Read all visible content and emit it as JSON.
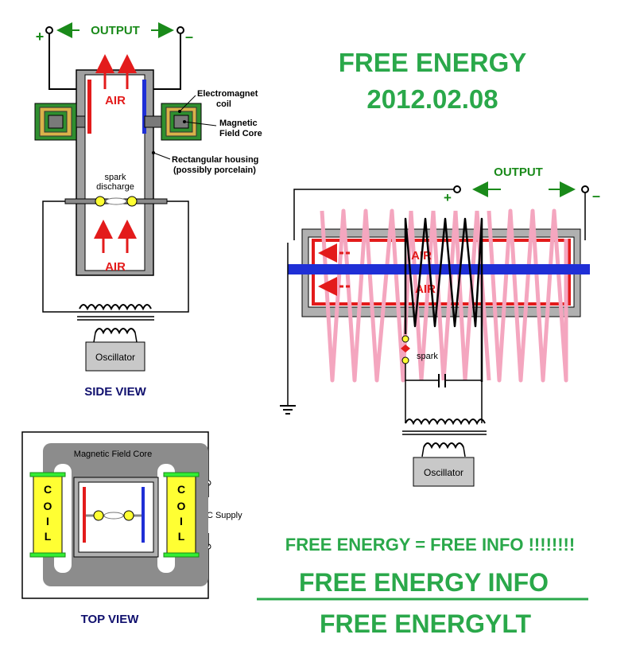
{
  "colors": {
    "green_text": "#2aa84a",
    "dark_green": "#1a8a1a",
    "red": "#e31b1b",
    "blue": "#1f2fd6",
    "navy": "#10106e",
    "pink": "#f4a6bf",
    "coil_yellow": "#ffff33",
    "gray": "#999999"
  },
  "side_view": {
    "output_label": "OUTPUT",
    "plus": "+",
    "minus": "–",
    "air_top": "AIR",
    "air_bottom": "AIR",
    "electromagnet_label_1": "Electromagnet",
    "electromagnet_label_2": "coil",
    "magnetic_label_1": "Magnetic",
    "magnetic_label_2": "Field Core",
    "housing_label_1": "Rectangular housing",
    "housing_label_2": "(possibly porcelain)",
    "spark_label_1": "spark",
    "spark_label_2": "discharge",
    "oscillator": "Oscillator",
    "caption": "SIDE VIEW"
  },
  "title": {
    "line1": "FREE ENERGY",
    "line2": "2012.02.08"
  },
  "right_diagram": {
    "output_label": "OUTPUT",
    "plus": "+",
    "minus": "–",
    "air_top": "AIR",
    "air_bottom": "AIR",
    "spark": "spark",
    "oscillator": "Oscillator"
  },
  "top_view": {
    "core_label": "Magnetic Field Core",
    "coil_left": [
      "C",
      "O",
      "I",
      "L"
    ],
    "coil_right": [
      "C",
      "O",
      "I",
      "L"
    ],
    "dc_supply": "DC Supply",
    "caption": "TOP VIEW"
  },
  "banner": {
    "line1": "FREE ENERGY = FREE INFO !!!!!!!!",
    "line2": "FREE ENERGY INFO",
    "line3": "FREE ENERGYLT"
  }
}
